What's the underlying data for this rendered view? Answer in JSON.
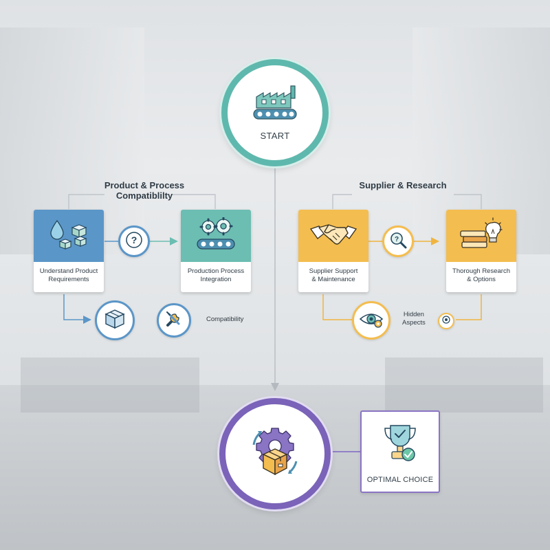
{
  "start": {
    "label": "START",
    "icon": "factory-conveyor-icon"
  },
  "groups": {
    "left": {
      "title_line1": "Product & Process",
      "title_line2": "Compatiblilty",
      "card1": {
        "label_line1": "Understand Product",
        "label_line2": "Requirements",
        "icon": "water-drop-cubes-icon"
      },
      "connector_icon": "question-icon",
      "card2": {
        "label_line1": "Production Process",
        "label_line2": "Integration",
        "icon": "gears-conveyor-icon"
      },
      "sub": {
        "box_icon": "box-icon",
        "tools_icon": "wrench-screwdriver-icon",
        "label": "Compatibility"
      }
    },
    "right": {
      "title": "Supplier & Research",
      "card1": {
        "label_line1": "Supplier Support",
        "label_line2": "& Maintenance",
        "icon": "handshake-icon"
      },
      "connector_icon": "magnifier-question-icon",
      "card2": {
        "label_line1": "Thorough Research",
        "label_line2": "& Options",
        "icon": "books-lightbulb-icon"
      },
      "sub": {
        "eye_icon": "eye-gear-icon",
        "label_line1": "Hidden",
        "label_line2": "Aspects",
        "small_icon": "gear-eye-icon"
      }
    }
  },
  "end": {
    "icon": "gear-box-cycle-icon"
  },
  "optimal": {
    "label": "OPTIMAL CHOICE",
    "icon": "trophy-check-icon"
  },
  "colors": {
    "teal": "#5fb8ad",
    "blue": "#5b96c8",
    "yellow": "#f4bd4f",
    "purple": "#7a63b8"
  }
}
